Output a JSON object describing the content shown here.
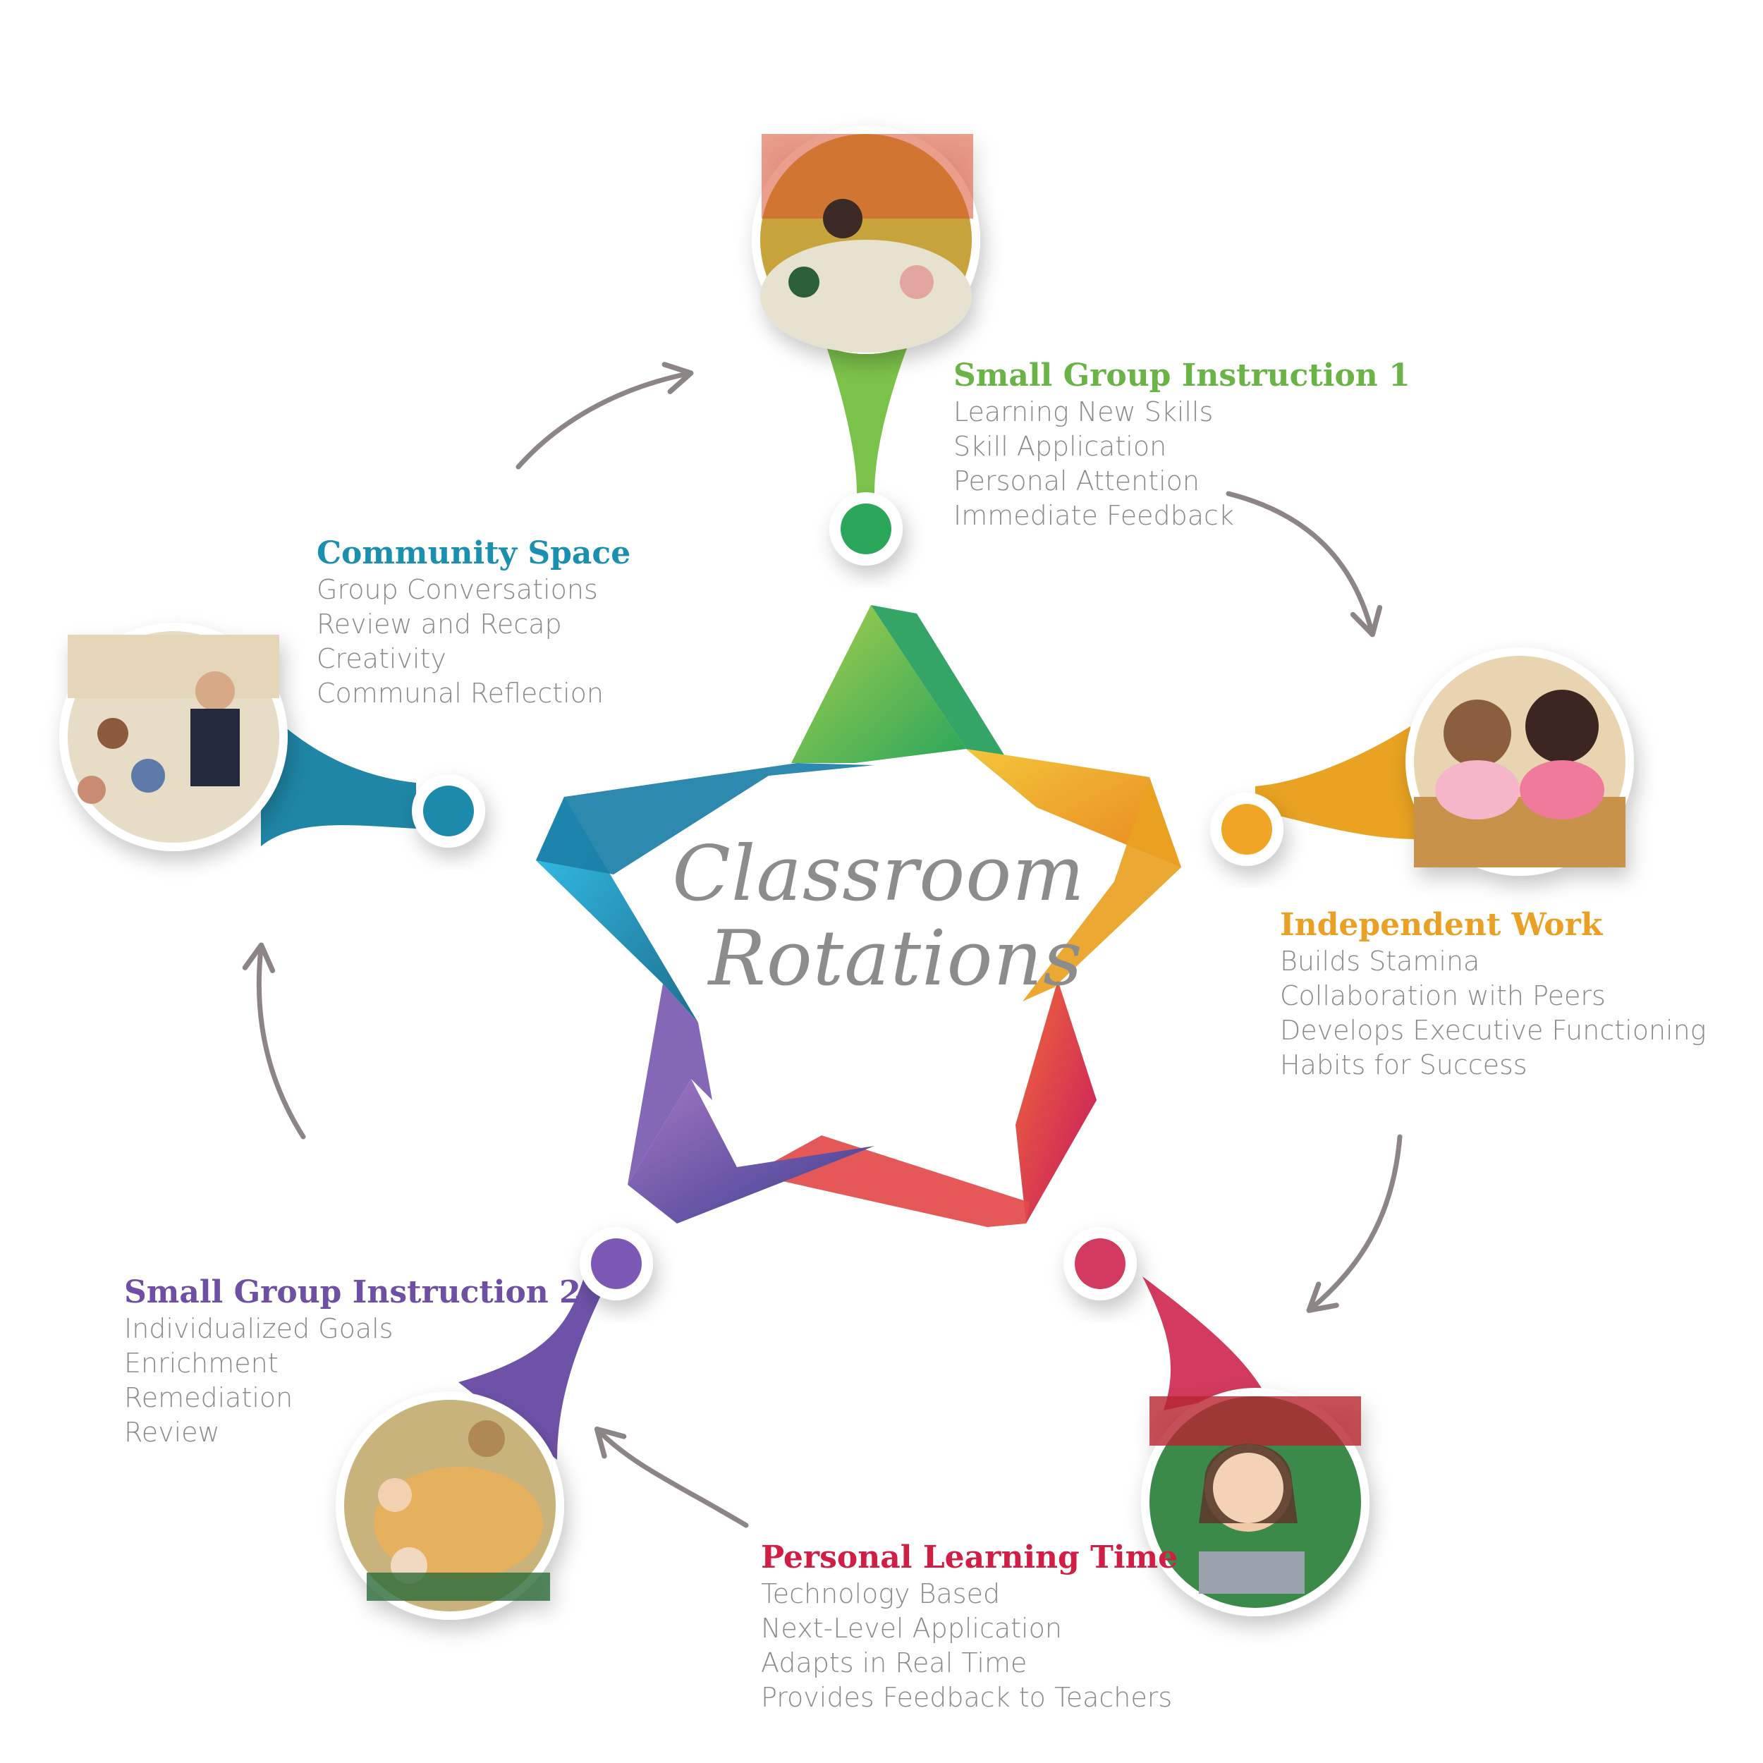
{
  "center": {
    "line1": "Classroom",
    "line2": "Rotations"
  },
  "stations": {
    "sgi1": {
      "title": "Small Group Instruction 1",
      "color": "#6ab347",
      "items": [
        "Learning New Skills",
        "Skill Application",
        "Personal Attention",
        "Immediate Feedback"
      ],
      "photo": "teacher-at-table-with-students"
    },
    "independent": {
      "title": "Independent Work",
      "color": "#e8a025",
      "items": [
        "Builds Stamina",
        "Collaboration with Peers",
        "Develops Executive Functioning",
        "Habits for Success"
      ],
      "photo": "two-girls-reading"
    },
    "plt": {
      "title": "Personal Learning Time",
      "color": "#d01e45",
      "items": [
        "Technology Based",
        "Next-Level Application",
        "Adapts in Real Time",
        "Provides Feedback to Teachers"
      ],
      "photo": "girl-with-headphones"
    },
    "sgi2": {
      "title": "Small Group Instruction 2",
      "color": "#6e4fa3",
      "items": [
        "Individualized Goals",
        "Enrichment",
        "Remediation",
        "Review"
      ],
      "photo": "students-at-round-table"
    },
    "community": {
      "title": "Community Space",
      "color": "#1a8fb0",
      "items": [
        "Group Conversations",
        "Review and Recap",
        "Creativity",
        "Communal Reflection"
      ],
      "photo": "teacher-with-students-on-rug"
    }
  },
  "arrow_color": "#8c8485",
  "star_colors": [
    "#7cc243",
    "#f0a526",
    "#d7265a",
    "#7a5aa8",
    "#2aa9d6"
  ]
}
